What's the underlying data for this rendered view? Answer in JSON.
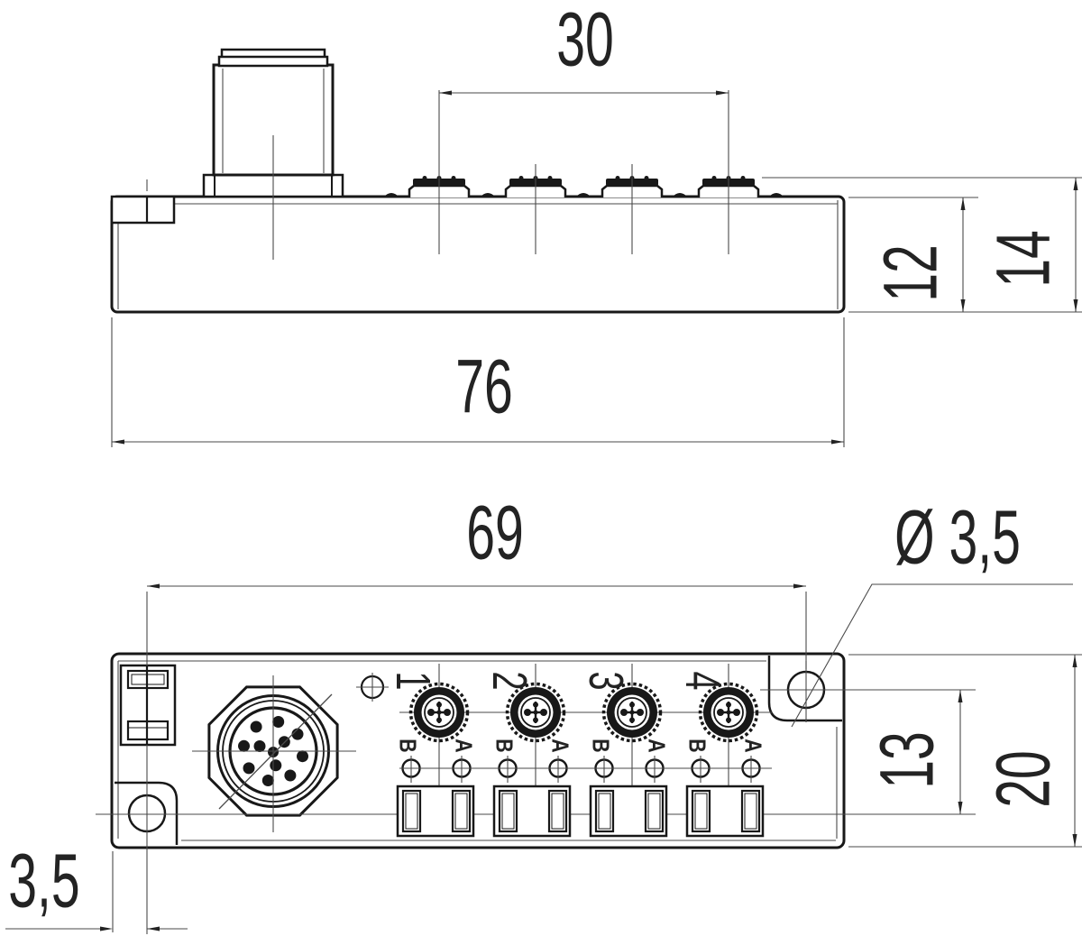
{
  "dimensions": {
    "port_spacing": "30",
    "housing_width": "76",
    "housing_depth": "12",
    "overall_depth": "14",
    "mounting_hole_distance": "69",
    "mounting_hole_diameter": "Ø 3,5",
    "hole_vertical_offset": "13",
    "housing_height": "20",
    "hole_edge_offset": "3,5"
  },
  "front": {
    "ports": [
      {
        "number": "1",
        "label_left": "B",
        "label_right": "A"
      },
      {
        "number": "2",
        "label_left": "B",
        "label_right": "A"
      },
      {
        "number": "3",
        "label_left": "B",
        "label_right": "A"
      },
      {
        "number": "4",
        "label_left": "B",
        "label_right": "A"
      }
    ]
  }
}
